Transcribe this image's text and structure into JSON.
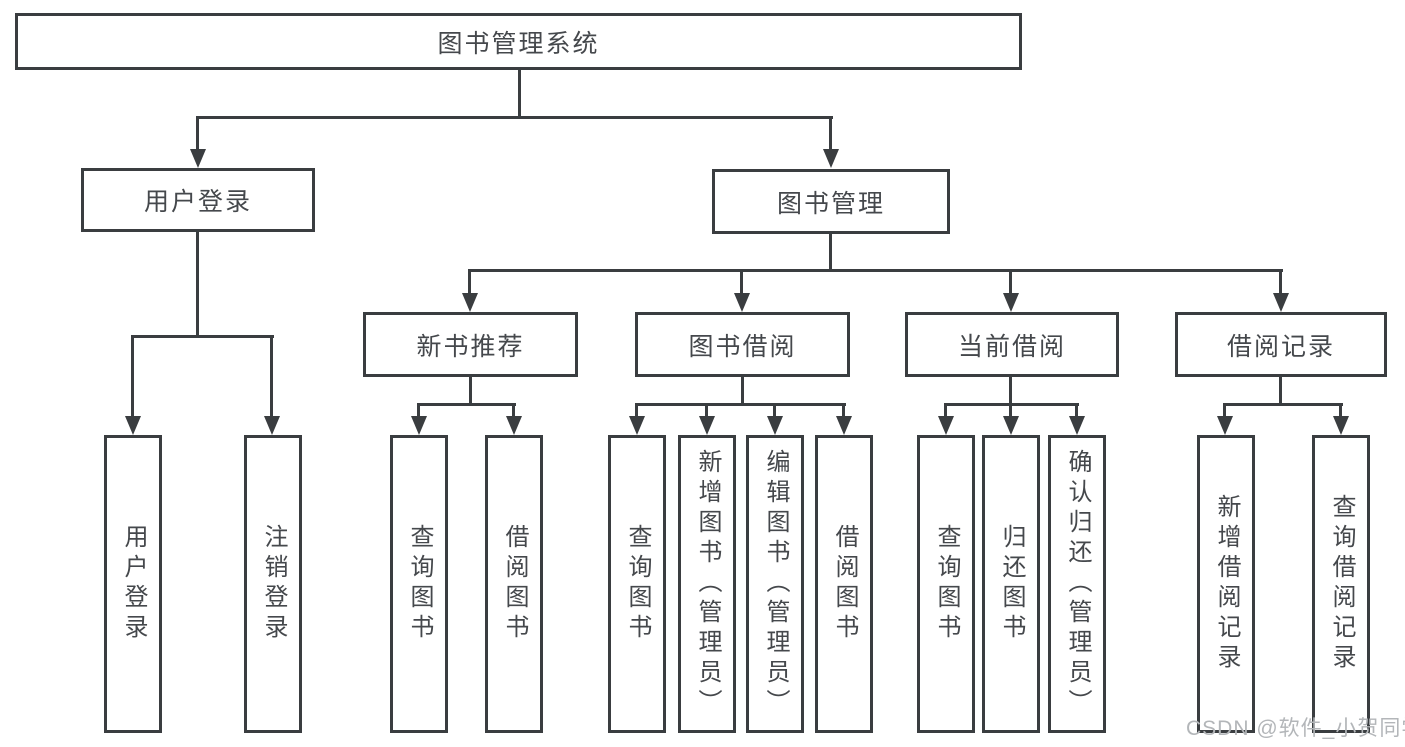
{
  "root": {
    "label": "图书管理系统"
  },
  "level2": {
    "userLogin": {
      "label": "用户登录"
    },
    "bookMgmt": {
      "label": "图书管理"
    }
  },
  "level3": {
    "newBookRec": {
      "label": "新书推荐"
    },
    "bookBorrow": {
      "label": "图书借阅"
    },
    "currentBorrow": {
      "label": "当前借阅"
    },
    "borrowRecords": {
      "label": "借阅记录"
    }
  },
  "level4": {
    "userLogin": [
      {
        "label": "用户登录"
      },
      {
        "label": "注销登录"
      }
    ],
    "newBookRec": [
      {
        "label": "查询图书"
      },
      {
        "label": "借阅图书"
      }
    ],
    "bookBorrow": [
      {
        "label": "查询图书"
      },
      {
        "label": "新增图书（管理员）"
      },
      {
        "label": "编辑图书（管理员）"
      },
      {
        "label": "借阅图书"
      }
    ],
    "currentBorrow": [
      {
        "label": "查询图书"
      },
      {
        "label": "归还图书"
      },
      {
        "label": "确认归还（管理员）"
      }
    ],
    "borrowRecords": [
      {
        "label": "新增借阅记录"
      },
      {
        "label": "查询借阅记录"
      }
    ]
  },
  "watermark": {
    "text": "CSDN @软件_小贺同学"
  },
  "colors": {
    "line": "#3a3d40",
    "text": "#45484c",
    "watermark": "#b3b6b9",
    "background": "#ffffff"
  }
}
